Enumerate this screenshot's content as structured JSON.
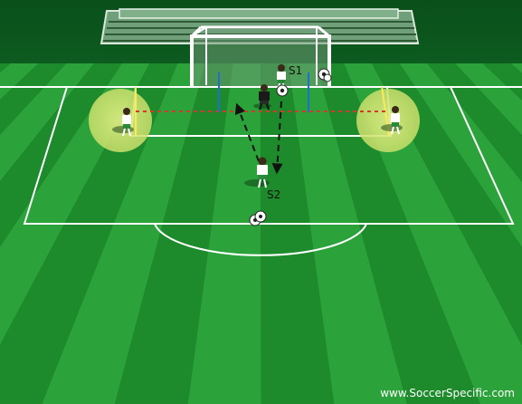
{
  "labels": {
    "server_1": "S1",
    "server_2": "S2"
  },
  "watermark": "www.SoccerSpecific.com",
  "colors": {
    "grass_light": "#2ba33a",
    "grass_dark": "#1d8a2c",
    "sky_dark": "#0b4a18",
    "line": "#ffffff",
    "zone_highlight": "#d8e87a",
    "run_line": "#ffe95a",
    "pass_arrow": "#111111",
    "offside_line": "#d23a2a",
    "pole": "#1f6fd0"
  },
  "icons": {
    "player": "player-icon",
    "goalkeeper": "goalkeeper-icon",
    "ball": "soccer-ball-icon"
  }
}
